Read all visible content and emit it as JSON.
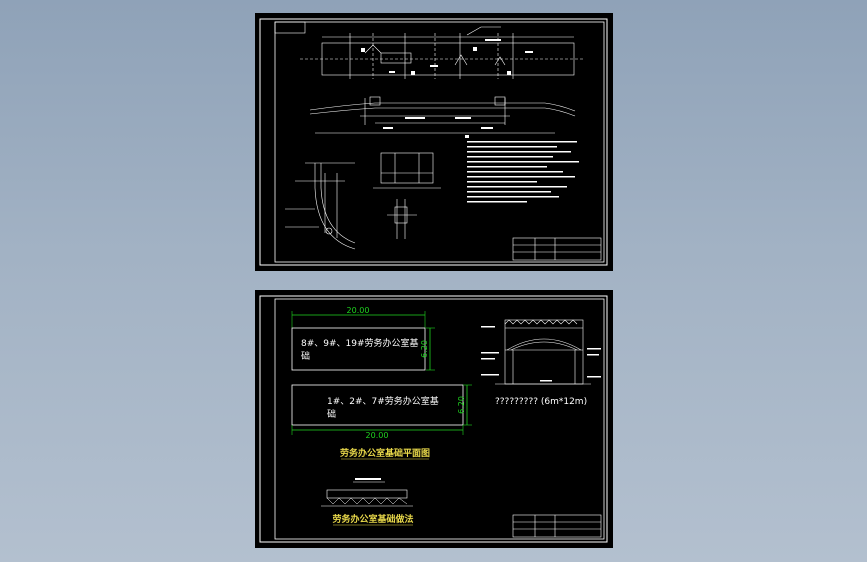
{
  "colors": {
    "background_top": "#8fa2b8",
    "background_bottom": "#b3c0cf",
    "sheet": "#000000",
    "line": "#ffffff",
    "dimension": "#1fd41f",
    "label": "#e8d84a"
  },
  "top_sheet": {
    "title_block_text": [
      "",
      "",
      ""
    ]
  },
  "bottom_sheet": {
    "rect_upper": {
      "label": "8#、9#、19#劳务办公室基础",
      "width_dim": "20.00",
      "height_dim": "6.20"
    },
    "rect_lower": {
      "label": "1#、2#、7#劳务办公室基础",
      "width_dim": "20.00",
      "height_dim": "6.20"
    },
    "plan_title": "劳务办公室基础平面图",
    "detail_title": "劳务办公室基础做法",
    "section_caption": "?????????  (6m*12m)",
    "title_block_text": [
      "",
      "",
      ""
    ]
  }
}
